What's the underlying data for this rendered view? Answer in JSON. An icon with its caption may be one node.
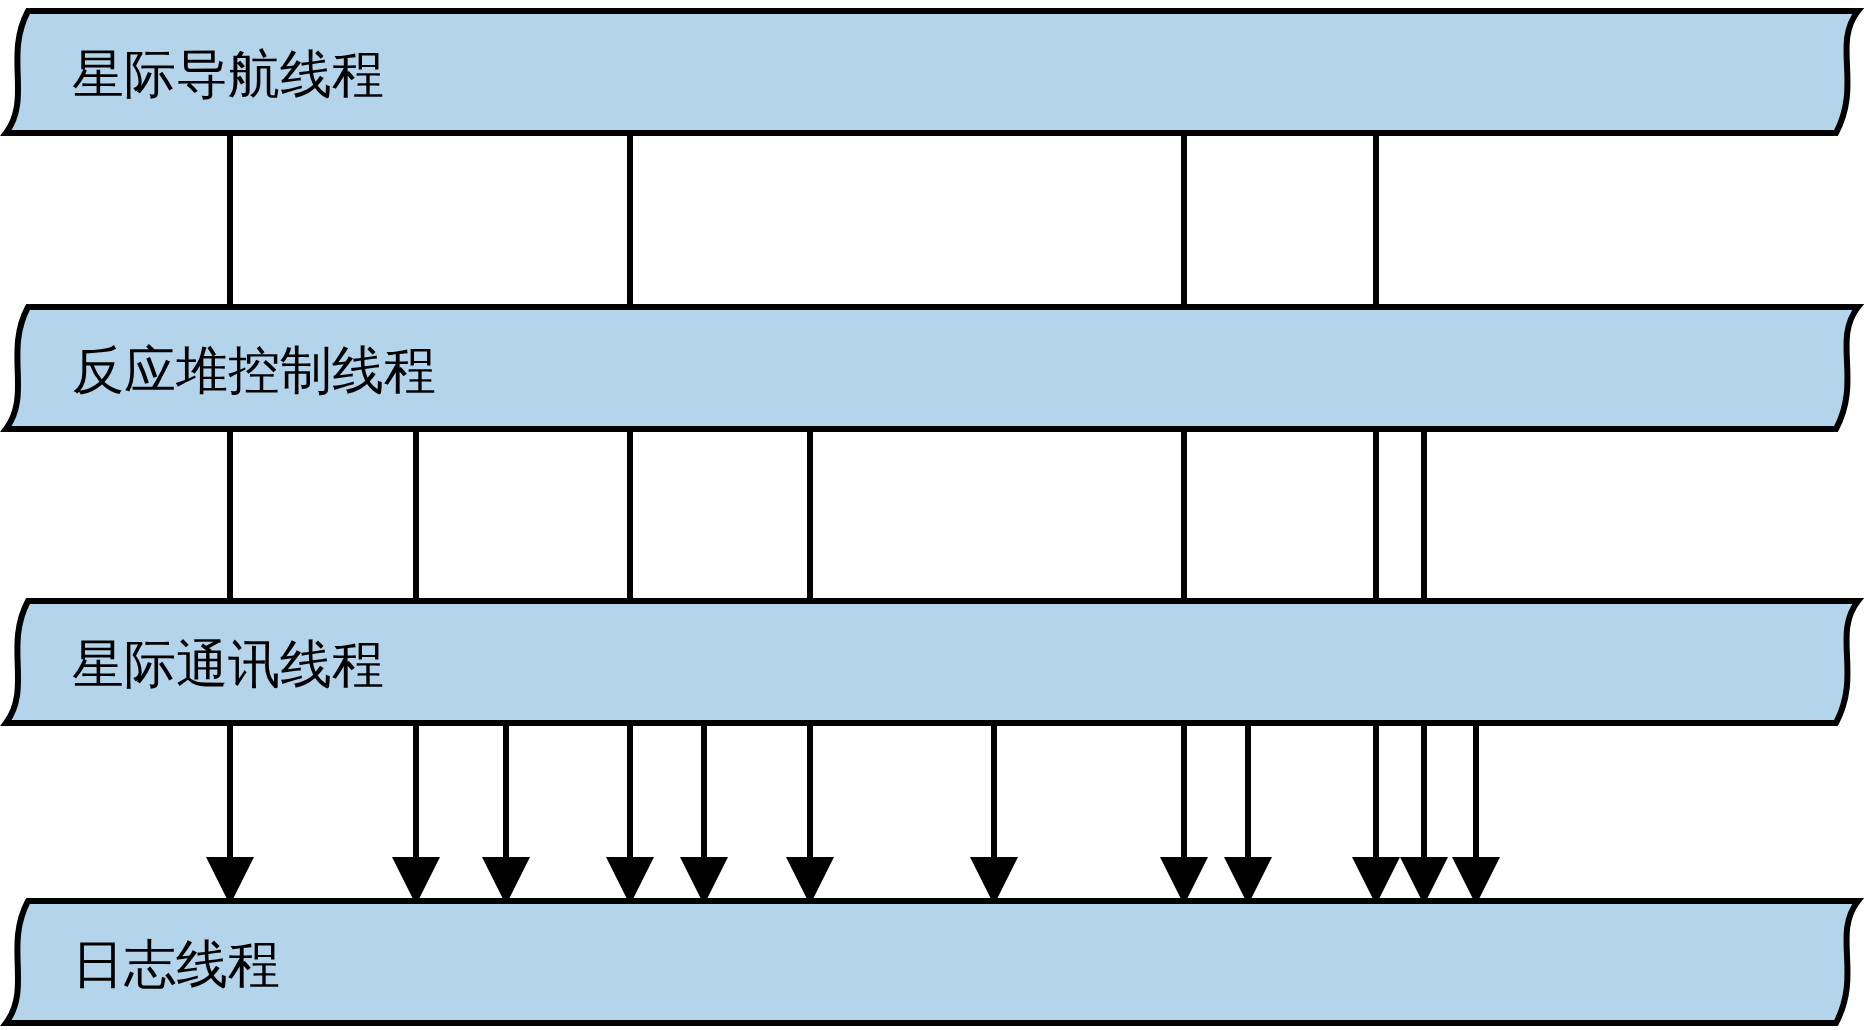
{
  "diagram": {
    "nodes": [
      {
        "text": [
          "星际导航线程"
        ]
      },
      {
        "text": [
          "反应堆控制线程"
        ]
      },
      {
        "text": [
          "星际通讯线程"
        ]
      },
      {
        "text": [
          "日志线程"
        ]
      }
    ],
    "edges": [
      {
        "from": 0,
        "to": 1,
        "arrow": "none"
      },
      {
        "from": 0,
        "to": 1,
        "arrow": "none"
      },
      {
        "from": 0,
        "to": 1,
        "arrow": "none"
      },
      {
        "from": 0,
        "to": 1,
        "arrow": "none"
      },
      {
        "from": 1,
        "to": 2,
        "arrow": "none"
      },
      {
        "from": 1,
        "to": 2,
        "arrow": "none"
      },
      {
        "from": 1,
        "to": 2,
        "arrow": "none"
      },
      {
        "from": 1,
        "to": 2,
        "arrow": "none"
      },
      {
        "from": 1,
        "to": 2,
        "arrow": "none"
      },
      {
        "from": 1,
        "to": 2,
        "arrow": "none"
      },
      {
        "from": 1,
        "to": 2,
        "arrow": "none"
      },
      {
        "from": 2,
        "to": 3,
        "arrow": "to"
      },
      {
        "from": 2,
        "to": 3,
        "arrow": "to"
      },
      {
        "from": 2,
        "to": 3,
        "arrow": "to"
      },
      {
        "from": 2,
        "to": 3,
        "arrow": "to"
      },
      {
        "from": 2,
        "to": 3,
        "arrow": "to"
      },
      {
        "from": 2,
        "to": 3,
        "arrow": "to"
      },
      {
        "from": 2,
        "to": 3,
        "arrow": "to"
      },
      {
        "from": 2,
        "to": 3,
        "arrow": "to"
      },
      {
        "from": 2,
        "to": 3,
        "arrow": "to"
      },
      {
        "from": 2,
        "to": 3,
        "arrow": "to"
      },
      {
        "from": 2,
        "to": 3,
        "arrow": "to"
      },
      {
        "from": 2,
        "to": 3,
        "arrow": "to"
      }
    ]
  }
}
